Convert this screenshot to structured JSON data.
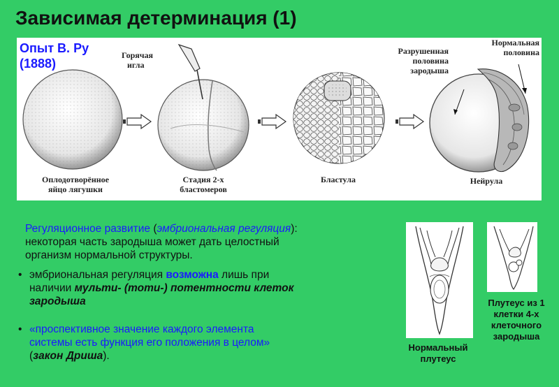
{
  "slide": {
    "title": "Зависимая детерминация (1)"
  },
  "figure": {
    "experiment_title_line1": "Опыт В. Ру",
    "experiment_title_line2": "(1888)",
    "labels": {
      "egg_line1": "Оплодотворённое",
      "egg_line2": "яйцо лягушки",
      "needle_line1": "Горячая",
      "needle_line2": "игла",
      "two_cell_line1": "Стадия 2-х",
      "two_cell_line2": "бластомеров",
      "blastula": "Бластула",
      "destroyed_line1": "Разрушенная",
      "destroyed_line2": "половина",
      "destroyed_line3": "зародыша",
      "normal_half_line1": "Нормальная",
      "normal_half_line2": "половина",
      "neurula": "Нейрула"
    }
  },
  "text": {
    "p1_term": "Регуляционное развитие",
    "p1_paren_open": " (",
    "p1_term2": "эмбриональная регуляция",
    "p1_paren_close": "):",
    "p1_line2": "некоторая часть зародыша может дать целостный",
    "p1_line3": "организм нормальной структуры.",
    "b1_start": "эмбриональная регуляция ",
    "b1_possible": "возможна",
    "b1_mid": " лишь при",
    "b1_line2_start": "наличии ",
    "b1_line2_em": "мульти- (тоти-) потентности клеток",
    "b1_line3_em": "зародыша",
    "b2_line1": "«проспективное значение каждого элемента",
    "b2_line2": "системы есть функция его положения в целом»",
    "b2_line3_open": "(",
    "b2_line3_em": "закон Дриша",
    "b2_line3_close": ")."
  },
  "side": {
    "normal_caption_line1": "Нормальный",
    "normal_caption_line2": "плутеус",
    "single_cell_caption_line1": "Плутеус из 1",
    "single_cell_caption_line2": "клетки 4-х",
    "single_cell_caption_line3": "клеточного",
    "single_cell_caption_line4": "зародыша"
  },
  "colors": {
    "background": "#33cc66",
    "accent_blue": "#1a1aff"
  }
}
